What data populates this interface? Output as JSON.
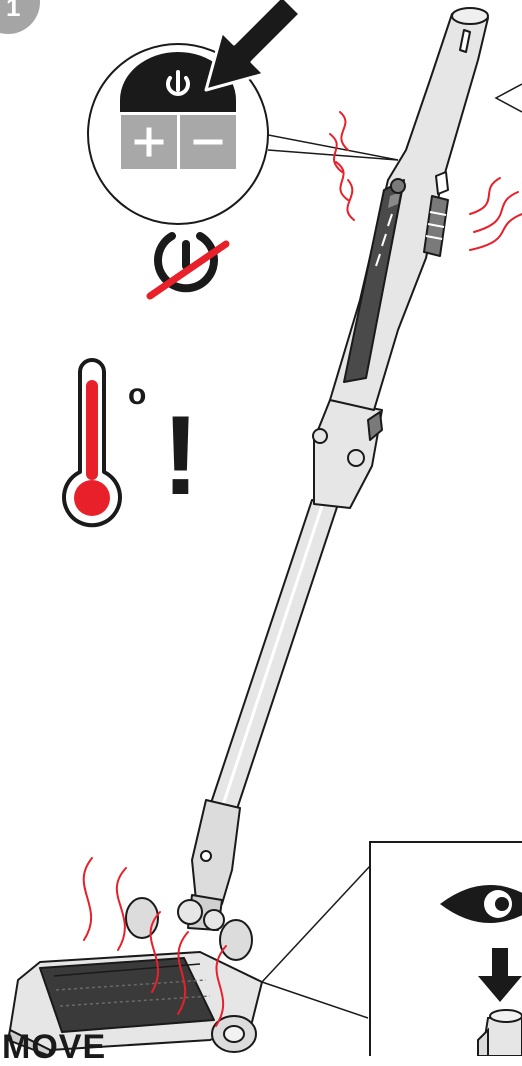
{
  "step": {
    "number": "1"
  },
  "power_callout": {
    "power_icon": "power-icon",
    "plus_icon": "plus-icon",
    "minus_icon": "minus-icon",
    "arrow_icon": "arrow-pointer-icon"
  },
  "warnings": {
    "power_off_icon": "crossed-out-power-icon",
    "thermometer_icon": "thermometer-icon",
    "degree_symbol": "o",
    "exclamation": "!"
  },
  "inspection_callout": {
    "eye_icon": "eye-icon",
    "down_arrow_icon": "down-arrow-icon"
  },
  "caption": "MOVE",
  "colors": {
    "outline": "#1a1a1a",
    "heat_red": "#e8202a",
    "button_gray": "#a8a8a8",
    "body_light": "#e6e6e6",
    "display_dark": "#4a4a4a",
    "brush_dark": "#3a3a3a"
  }
}
